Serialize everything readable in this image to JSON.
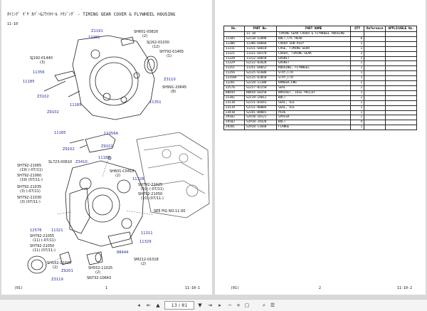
{
  "left_page": {
    "title": "ﾀｲﾐﾝｸﾞ ｷﾞﾔ ｶﾊﾞｰ&ﾌﾗｲﾎｲｰﾙ ﾊｳｼﾞﾝｸﾞ - TIMING GEAR COVER & FLYWHEEL HOUSING",
    "section": "11-10",
    "footer_left": "(01)",
    "footer_center": "1",
    "footer_right": "11-10-1",
    "callouts": {
      "c1": "Z1191",
      "c2": "12281",
      "c3": "SH601-00820",
      "c4": "(2)",
      "c5": "SJ162-01030",
      "c6": "(12)",
      "c7": "SH792-01465",
      "c8": "(1)",
      "c9": "SJ192-01440",
      "c10": "(3)",
      "c11": "11356",
      "c12": "11185",
      "c13": "Z3102",
      "c14": "Z9102",
      "c15": "11185",
      "c16": "Z3110",
      "c17": "SH991-20645",
      "c18": "(8)",
      "c19": "11351",
      "c20": "11185",
      "c21": "11356A",
      "c22": "Z9102",
      "c23": "Z9102",
      "c24": "11185",
      "c25": "SH601-C0410",
      "c26": "(2)",
      "c27": "SH792-21065",
      "c28": "(19) (-07/11)",
      "c29": "SL723-00610",
      "c30": "Z3410",
      "c31": "SH792-21060",
      "c32": "(19) (07/11-)",
      "c33": "SH792-21035",
      "c34": "(3) (-07/11)",
      "c35": "SH792-21030",
      "c36": "(3) (07/11-)",
      "c37": "11326",
      "c38": "SH792-21025",
      "c39": "(10) (-07/11)",
      "c40": "SH792-21050",
      "c41": "(10) (07/11-)",
      "c42": "SEE FIG NO.11-00",
      "c43": "12576",
      "c44": "11321",
      "c45": "SH792-21055",
      "c46": "(11) (-07/11)",
      "c47": "SH792-21050",
      "c48": "(11) (07/11-)",
      "c49": "11311",
      "c50": "11329",
      "c51": "88444",
      "c52": "SM212-01018",
      "c53": "(2)",
      "c54": "SH552-11020",
      "c55": "(2)",
      "c56": "Z9201",
      "c57": "SH552-11025",
      "c58": "(2)",
      "c59": "SN732-10643",
      "c60": "Z3119"
    }
  },
  "right_page": {
    "columns": [
      "No.",
      "PART No.",
      "PART NAME",
      "QTY",
      "Reference",
      "APPLICABLE No."
    ],
    "rows": [
      [
        "",
        "11-10",
        "TIMING GEAR COVER & FLYWHEEL HOUSING",
        "",
        "",
        ""
      ],
      [
        "11185",
        "SZ110-52090",
        "BOLT,CYL HEAD",
        "6",
        "",
        ""
      ],
      [
        "11306",
        "11306-E0660",
        "COVER SUB-ASSY",
        "1",
        "",
        ""
      ],
      [
        "11311",
        "11311-E0610",
        "CASE, TIMING GEAR",
        "1",
        "",
        ""
      ],
      [
        "11321",
        "11321-E0170",
        "COVER, TIMING GEAR",
        "1",
        "",
        ""
      ],
      [
        "11328",
        "11312-E0650",
        "GASKET",
        "1",
        "",
        ""
      ],
      [
        "11329",
        "SZ132-02020",
        "GASKET",
        "1",
        "",
        ""
      ],
      [
        "11351",
        "11351-E0652",
        "HOUSING, FLYWHEEL",
        "1",
        "",
        ""
      ],
      [
        "11356",
        "SZ135-61600",
        "STAY,F/H",
        "1",
        "",
        ""
      ],
      [
        "11356A",
        "SZ135-62050",
        "STAY,F/H",
        "1",
        "",
        ""
      ],
      [
        "12281",
        "SZ228-11380",
        "HANGER,ENG",
        "2",
        "",
        ""
      ],
      [
        "12576",
        "SZ257-02250",
        "SEAL",
        "1",
        "",
        ""
      ],
      [
        "88444",
        "88444-E0250",
        "BRACKET, IDLE PULLEY",
        "1",
        "",
        ""
      ],
      [
        "Z1101",
        "SZ119-14012",
        "BOLT",
        "2",
        "",
        ""
      ],
      [
        "Z3118",
        "SZ311-01641",
        "SEAL, OIL",
        "1",
        "",
        ""
      ],
      [
        "Z3119",
        "SZ311-00084",
        "SEAL, OIL",
        "1",
        "",
        ""
      ],
      [
        "Z3410",
        "SZ341-00081",
        "PLUG",
        "1",
        "",
        ""
      ],
      [
        "Z9102",
        "SZ910-16521",
        "SPACER",
        "1",
        "",
        ""
      ],
      [
        "Z9102",
        "SZ910-24420",
        "BOLT",
        "4",
        "",
        ""
      ],
      [
        "Z9201",
        "SZ920-11660",
        "FLANGE",
        "1",
        "",
        ""
      ]
    ],
    "footer_left": "(01)",
    "footer_center": "2",
    "footer_right": "11-10-2"
  },
  "toolbar": {
    "page_indicator": "13 / 81"
  }
}
